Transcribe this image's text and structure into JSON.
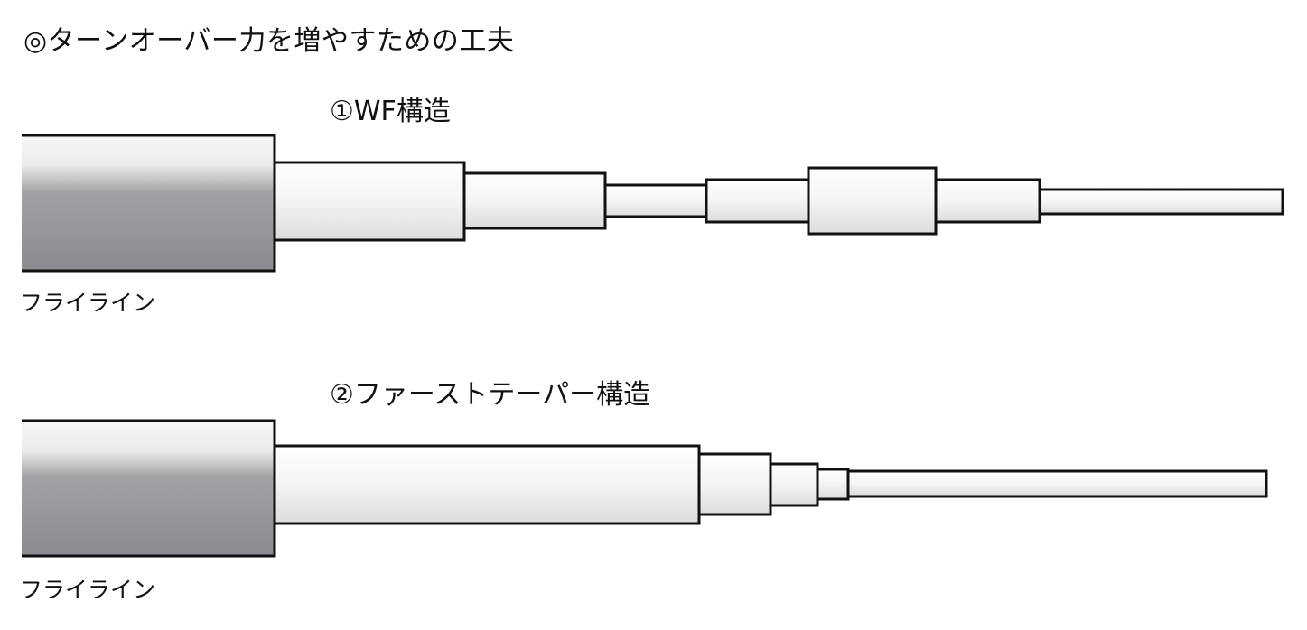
{
  "title": "◎ターンオーバー力を増やすための工夫",
  "sections": [
    {
      "heading": "①WF構造",
      "line_label": "フライライン"
    },
    {
      "heading": "②ファーストテーパー構造",
      "line_label": "フライライン"
    }
  ],
  "colors": {
    "outline": "#111111",
    "line_fill_light": "#f7f7f7",
    "line_fill_dark": "#8a8a8f",
    "leader_fill_light": "#ffffff",
    "leader_fill_shade": "#dcdcdc"
  }
}
